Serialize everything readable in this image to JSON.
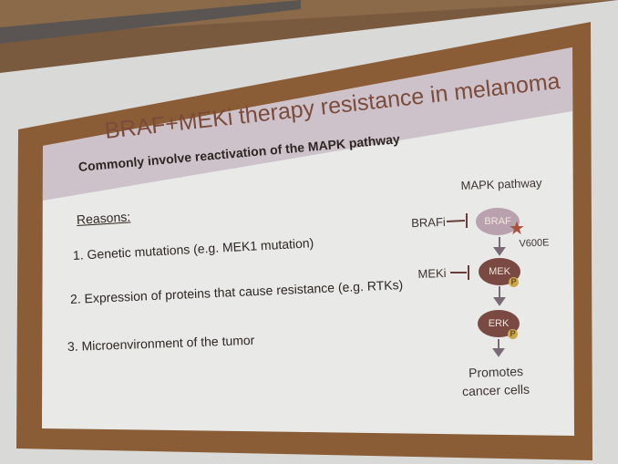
{
  "slide": {
    "title": "BRAF+MEKi therapy resistance in melanoma",
    "subtitle": "Commonly involve reactivation of the MAPK pathway",
    "reasons_heading": "Reasons:",
    "reasons": [
      "1.  Genetic mutations (e.g. MEK1 mutation)",
      "2.  Expression of proteins that cause resistance (e.g. RTKs)",
      "3.  Microenvironment of the tumor"
    ]
  },
  "diagram": {
    "title": "MAPK pathway",
    "braf_inhibitor": "BRAFi",
    "mek_inhibitor": "MEKi",
    "nodes": {
      "braf": "BRAF",
      "mek": "MEK",
      "erk": "ERK"
    },
    "mutation": "V600E",
    "phospho": "P",
    "outcome_line1": "Promotes",
    "outcome_line2": "cancer cells"
  },
  "colors": {
    "frame": "#8a5d36",
    "slide": "#e9e9e7",
    "title_bar": "#cdc2ca",
    "title_text": "#7b4b3b",
    "node": "#7a4a42",
    "braf_node": "#b9a1ad"
  }
}
